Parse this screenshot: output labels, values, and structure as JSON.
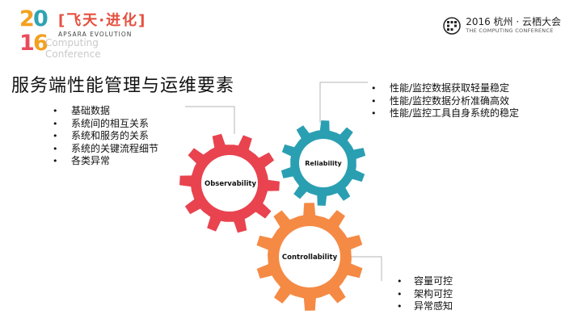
{
  "logo": {
    "year_digits": [
      "2",
      "0",
      "1",
      "6"
    ],
    "brand_cn": "[飞天·进化]",
    "brand_en": "APSARA EVOLUTION",
    "sub_line1": "Computing",
    "sub_line2": "Conference",
    "digit_colors": [
      "#f3a01f",
      "#2fa3b5",
      "#ea4b5c",
      "#f3a01f"
    ]
  },
  "conference": {
    "line1": "2016 杭州 · 云栖大会",
    "line2": "THE COMPUTING CONFERENCE",
    "icon": "computing-conference-logo-icon"
  },
  "title": "服务端性能管理与运维要素",
  "gears": {
    "observability": {
      "label": "Observability",
      "color": "#e8434f"
    },
    "reliability": {
      "label": "Reliability",
      "color": "#2a9fb2"
    },
    "controllability": {
      "label": "Controllability",
      "color": "#f58a45"
    }
  },
  "observability_items": [
    "基础数据",
    "系统间的相互关系",
    "系统和服务的关系",
    "系统的关键流程细节",
    "各类异常"
  ],
  "reliability_items": [
    "性能/监控数据获取轻量稳定",
    "性能/监控数据分析准确高效",
    "性能/监控工具自身系统的稳定"
  ],
  "controllability_items": [
    "容量可控",
    "架构可控",
    "异常感知"
  ]
}
